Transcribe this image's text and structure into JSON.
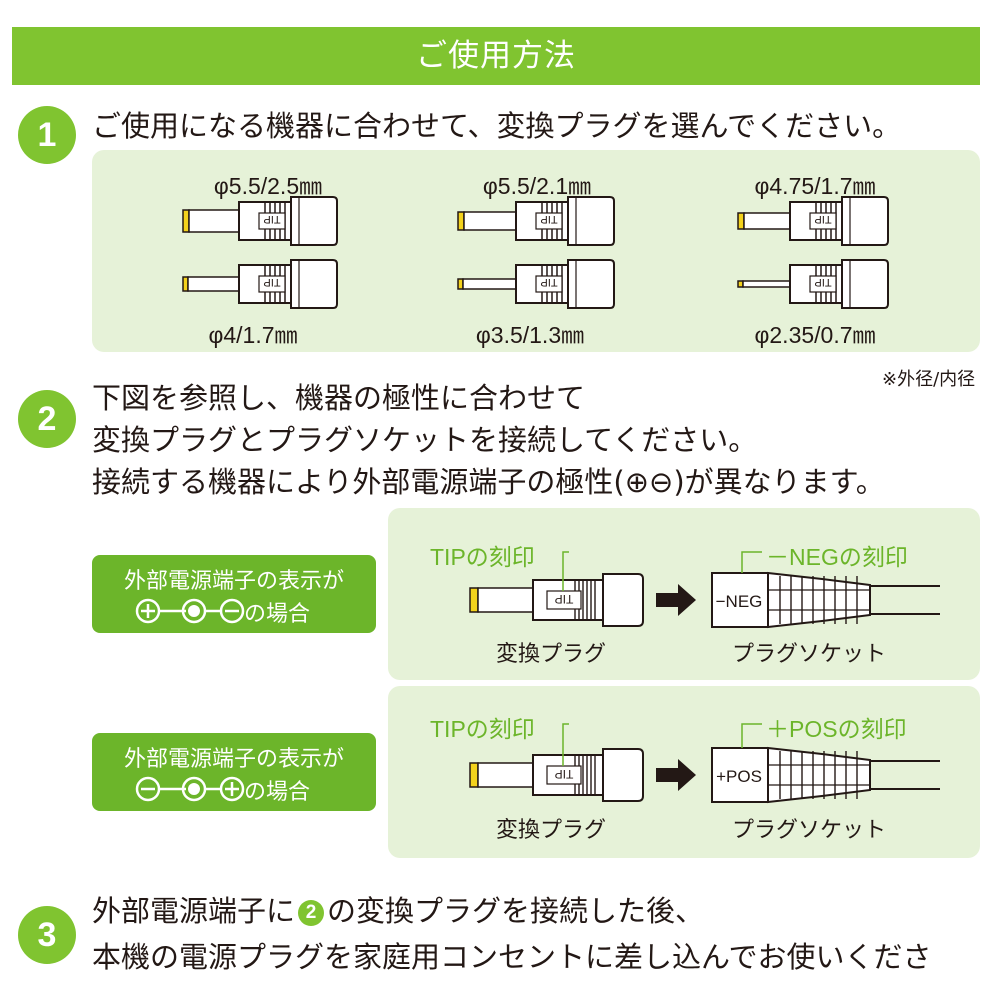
{
  "header": {
    "title": "ご使用方法"
  },
  "step1": {
    "number": "1",
    "text": "ご使用になる機器に合わせて、変換プラグを選んでください。",
    "plugs": [
      {
        "label": "φ5.5/2.5㎜"
      },
      {
        "label": "φ5.5/2.1㎜"
      },
      {
        "label": "φ4.75/1.7㎜"
      },
      {
        "label": "φ4/1.7㎜"
      },
      {
        "label": "φ3.5/1.3㎜"
      },
      {
        "label": "φ2.35/0.7㎜"
      }
    ],
    "tip_mark": "TIP",
    "note": "※外径/内径"
  },
  "step2": {
    "number": "2",
    "lines": [
      "下図を参照し、機器の極性に合わせて",
      "変換プラグとプラグソケットを接続してください。",
      "接続する機器により外部電源端子の極性(⊕⊖)が異なります。"
    ],
    "case1": {
      "display_line1": "外部電源端子の表示が",
      "display_suffix": "の場合",
      "tip_label": "TIPの刻印",
      "socket_label": "－NEGの刻印",
      "socket_mark": "−NEG",
      "plug_caption": "変換プラグ",
      "socket_caption": "プラグソケット"
    },
    "case2": {
      "display_line1": "外部電源端子の表示が",
      "display_suffix": "の場合",
      "tip_label": "TIPの刻印",
      "socket_label": "＋POSの刻印",
      "socket_mark": "+POS",
      "plug_caption": "変換プラグ",
      "socket_caption": "プラグソケット"
    }
  },
  "step3": {
    "number": "3",
    "line1_pre": "外部電源端子に",
    "line1_ref": "2",
    "line1_post": "の変換プラグを接続した後、",
    "line2": "本機の電源プラグを家庭用コンセントに差し込んでお使いくださ"
  },
  "colors": {
    "accent": "#80c430",
    "panel": "#e6f2d8",
    "tip_yellow": "#f3d21c",
    "text": "#231815"
  }
}
